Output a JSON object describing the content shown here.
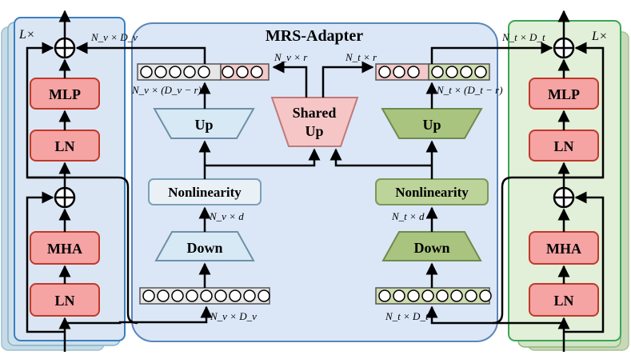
{
  "title": "MRS-Adapter",
  "left_branch": {
    "repeat": "L×",
    "mlp": "MLP",
    "ln_top": "LN",
    "mha": "MHA",
    "ln_bottom": "LN"
  },
  "right_branch": {
    "repeat": "L×",
    "mlp": "MLP",
    "ln_top": "LN",
    "mha": "MHA",
    "ln_bottom": "LN"
  },
  "adapter": {
    "visual_up": "Up",
    "text_up": "Up",
    "shared_up_line1": "Shared",
    "shared_up_line2": "Up",
    "visual_nonlin": "Nonlinearity",
    "text_nonlin": "Nonlinearity",
    "visual_down": "Down",
    "text_down": "Down"
  },
  "dims": {
    "v_out": "N_v × D_v",
    "v_r": "N_v × r",
    "v_rest": "N_v × (D_v − r)",
    "v_d": "N_v × d",
    "v_in": "N_v × D_v",
    "t_out": "N_t × D_t",
    "t_r": "N_t × r",
    "t_rest": "N_t × (D_t − r)",
    "t_d": "N_t × d",
    "t_in": "N_t × D_t"
  },
  "colors": {
    "visual_bg": "#dbe6f4",
    "visual_border": "#3a7fc1",
    "text_bg": "#e2efd9",
    "text_border": "#3aa655",
    "adapter_bg": "#dbe7f7",
    "adapter_border": "#5b86b8",
    "block_fill": "#f5a3a3",
    "block_stroke": "#c0392b",
    "shared_fill": "#f6c6c6",
    "visual_up_fill": "#d6e9f5",
    "text_up_fill": "#a9c47e"
  }
}
